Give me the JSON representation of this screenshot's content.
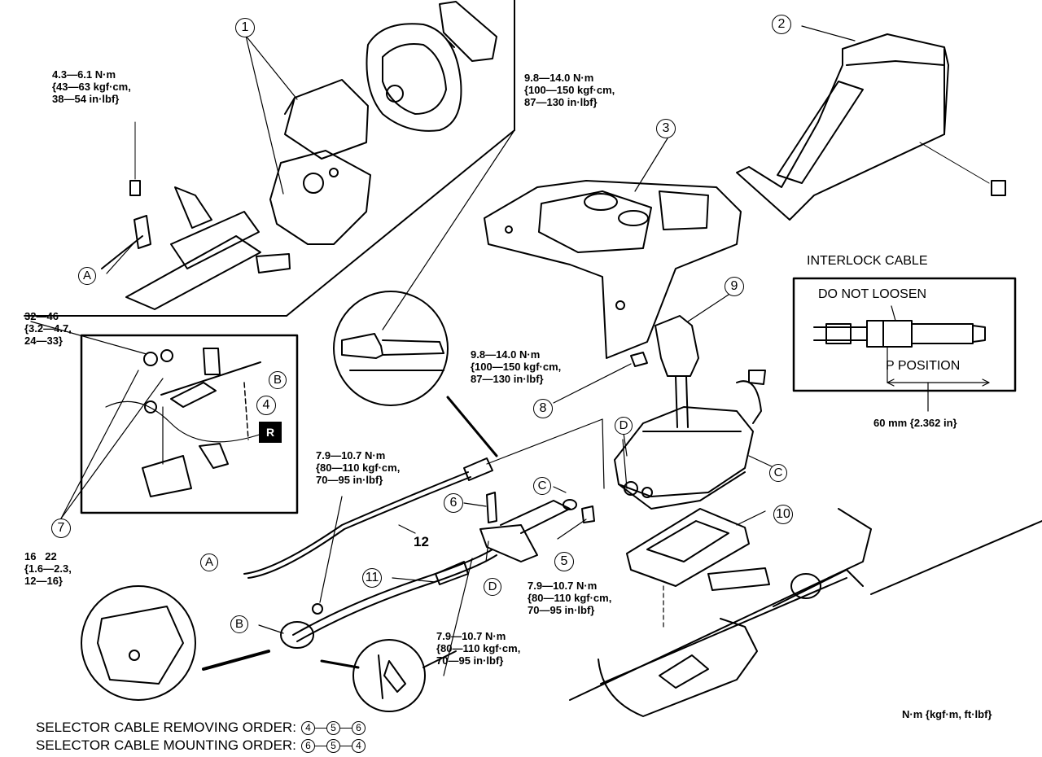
{
  "parts": {
    "p1": "1",
    "p2": "2",
    "p3": "3",
    "p4": "4",
    "p5": "5",
    "p6": "6",
    "p7": "7",
    "p8": "8",
    "p9": "9",
    "p10": "10",
    "p11": "11",
    "p12": "12"
  },
  "refs": {
    "A": "A",
    "B": "B",
    "C": "C",
    "D": "D",
    "R": "R"
  },
  "torque": {
    "bolt_a": "4.3—6.1 N·m\n{43—63 kgf·cm,\n38—54 in·lbf}",
    "steering_nut": "9.8—14.0 N·m\n{100—150 kgf·cm,\n87—130 in·lbf}",
    "inset_top": "32—46\n{3.2—4.7,\n24—33}",
    "inset_bottom": "16   22\n{1.6—2.3,\n12—16}",
    "lever_nut": "9.8—14.0 N·m\n{100—150 kgf·cm,\n87—130 in·lbf}",
    "cable_nut": "7.9—10.7 N·m\n{80—110 kgf·cm,\n70—95 in·lbf}",
    "bracket_bolt": "7.9—10.7 N·m\n{80—110 kgf·cm,\n70—95 in·lbf}",
    "nut_5": "7.9—10.7 N·m\n{80—110 kgf·cm,\n70—95 in·lbf}"
  },
  "interlock": {
    "title": "INTERLOCK CABLE",
    "do_not_loosen": "DO NOT LOOSEN",
    "p_position": "P POSITION",
    "dimension": "60 mm {2.362 in}"
  },
  "units": "N·m {kgf·m, ft·lbf}",
  "order": {
    "removing_label": "SELECTOR CABLE REMOVING ORDER:",
    "mounting_label": "SELECTOR CABLE MOUNTING ORDER:",
    "removing_seq": [
      "4",
      "5",
      "6"
    ],
    "mounting_seq": [
      "6",
      "5",
      "4"
    ]
  }
}
